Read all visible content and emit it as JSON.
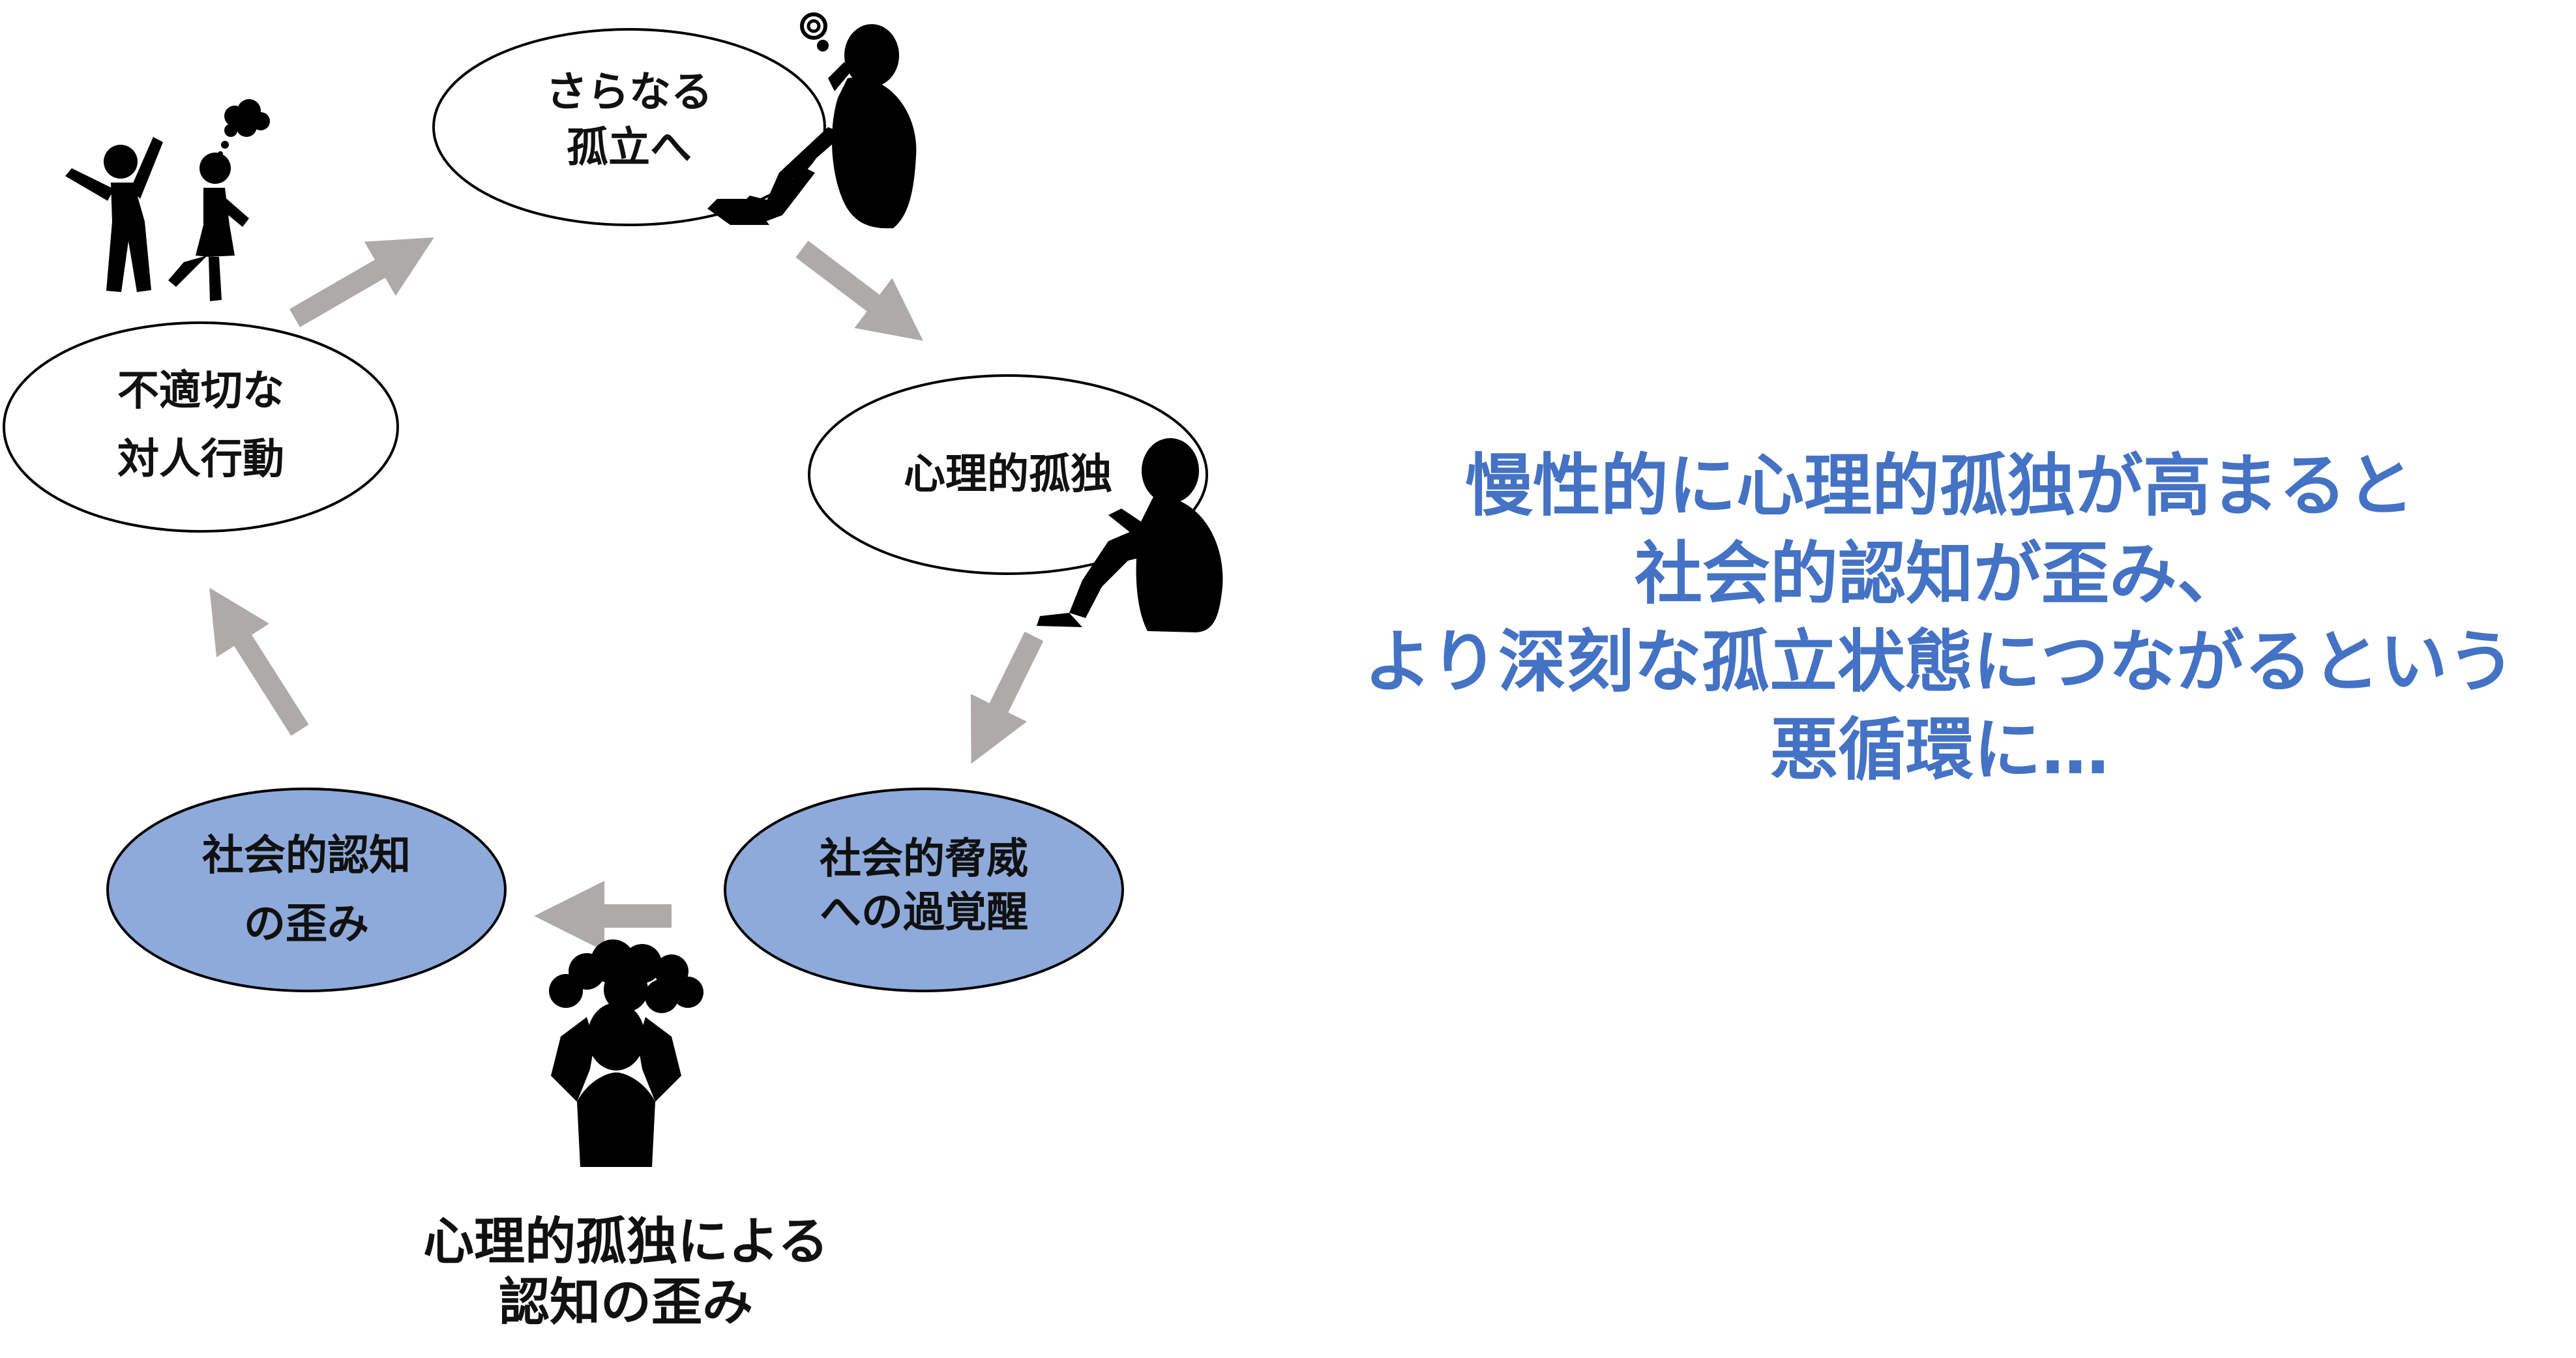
{
  "colors": {
    "node_fill_plain": "#ffffff",
    "node_fill_blue": "#8eaadb",
    "node_stroke": "#000000",
    "arrow": "#aeaaaa",
    "silhouette": "#000000",
    "message_text": "#4472c4"
  },
  "nodes": {
    "further_isolation": [
      "さらなる",
      "孤立へ"
    ],
    "psychological_isolation": [
      "心理的孤独"
    ],
    "hypervigilance": [
      "社会的脅威",
      "への過覚醒"
    ],
    "cognitive_distortion": [
      "社会的認知",
      "の歪み"
    ],
    "inappropriate_behavior": [
      "不適切な",
      "対人行動"
    ]
  },
  "caption": [
    "心理的孤独による",
    "認知の歪み"
  ],
  "message": [
    "慢性的に心理的孤独が高まると",
    "社会的認知が歪み、",
    "より深刻な孤立状態につながるという",
    "悪循環に…"
  ],
  "icons": {
    "arguing_pair": "arguing-couple-icon",
    "despair_person": "despair-person-icon",
    "hugging_knees_person": "hugging-knees-person-icon",
    "headache_person": "stressed-person-icon"
  }
}
